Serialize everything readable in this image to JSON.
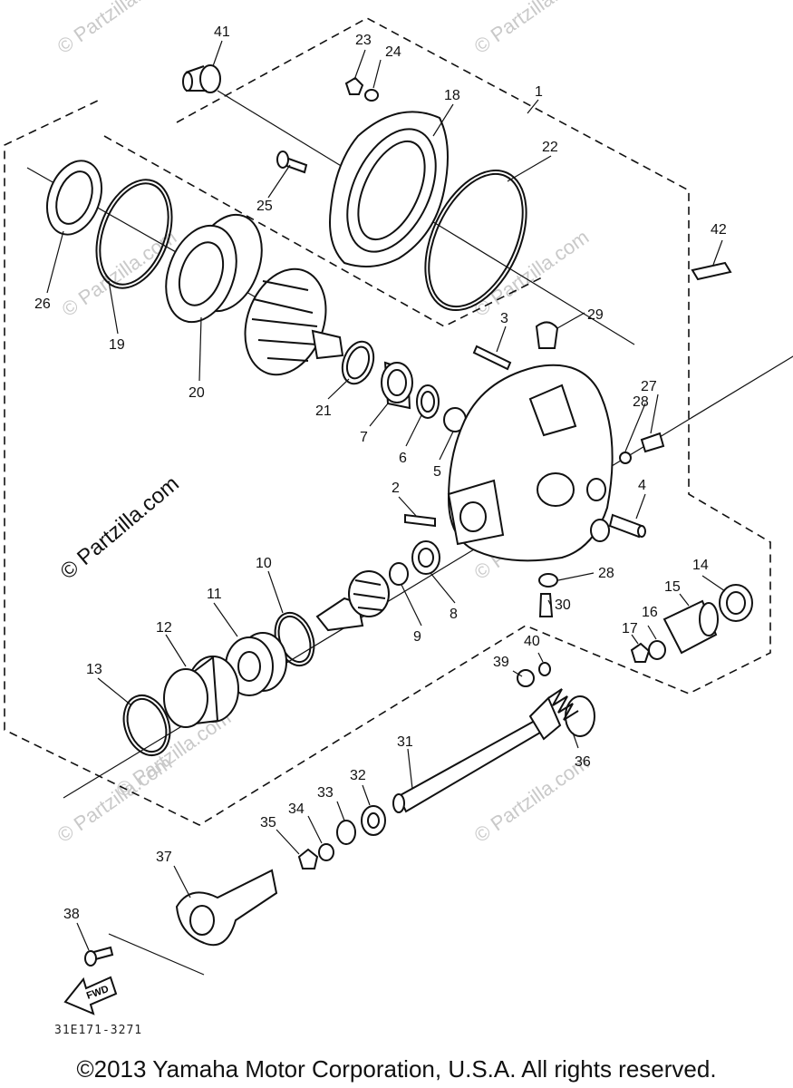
{
  "watermarks": [
    "© Partzilla.com",
    "© Partzilla.com",
    "© Partzilla.com",
    "© Partzilla.com",
    "© Partzilla.com",
    "© Partzilla.com",
    "© Partzilla.com",
    "© Partzilla.com",
    "© Partzilla.com"
  ],
  "callouts": [
    "1",
    "2",
    "3",
    "4",
    "5",
    "6",
    "7",
    "8",
    "9",
    "10",
    "11",
    "12",
    "13",
    "14",
    "15",
    "16",
    "17",
    "18",
    "19",
    "20",
    "21",
    "22",
    "23",
    "24",
    "25",
    "26",
    "27",
    "28",
    "28",
    "29",
    "30",
    "31",
    "32",
    "33",
    "34",
    "35",
    "36",
    "37",
    "38",
    "39",
    "40",
    "41",
    "42"
  ],
  "drawing_code": "31E171-3271",
  "fwd_label": "FWD",
  "copyright": "©2013  Yamaha Motor Corporation, U.S.A. All rights reserved."
}
